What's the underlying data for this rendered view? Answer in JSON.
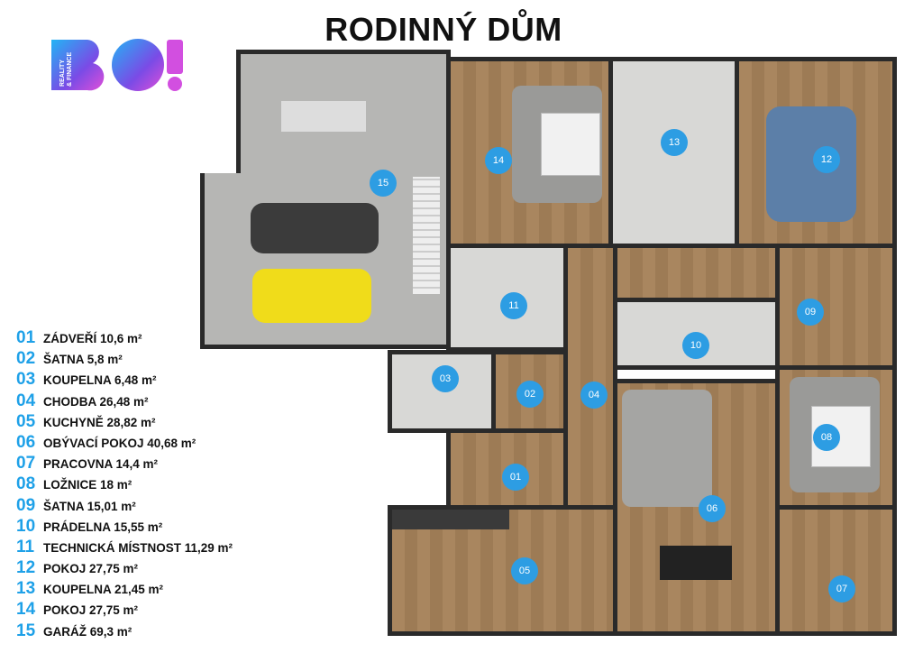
{
  "title": "RODINNÝ DŮM",
  "logo": {
    "brand": "BO!",
    "tagline": "REALITY & FINANCE"
  },
  "rooms": [
    {
      "num": "01",
      "name": "ZÁDVEŘÍ 10,6 m²"
    },
    {
      "num": "02",
      "name": "ŠATNA 5,8 m²"
    },
    {
      "num": "03",
      "name": "KOUPELNA 6,48 m²"
    },
    {
      "num": "04",
      "name": "CHODBA 26,48 m²"
    },
    {
      "num": "05",
      "name": "KUCHYNĚ 28,82 m²"
    },
    {
      "num": "06",
      "name": "OBÝVACÍ POKOJ 40,68 m²"
    },
    {
      "num": "07",
      "name": "PRACOVNA 14,4 m²"
    },
    {
      "num": "08",
      "name": "LOŽNICE 18 m²"
    },
    {
      "num": "09",
      "name": "ŠATNA 15,01 m²"
    },
    {
      "num": "10",
      "name": "PRÁDELNA 15,55 m²"
    },
    {
      "num": "11",
      "name": "TECHNICKÁ MÍSTNOST 11,29 m²"
    },
    {
      "num": "12",
      "name": "POKOJ 27,75 m²"
    },
    {
      "num": "13",
      "name": "KOUPELNA 21,45 m²"
    },
    {
      "num": "14",
      "name": "POKOJ 27,75 m²"
    },
    {
      "num": "15",
      "name": "GARÁŽ 69,3 m²"
    }
  ],
  "colors": {
    "accent": "#2d9de3",
    "wall": "#2a2a2a"
  }
}
